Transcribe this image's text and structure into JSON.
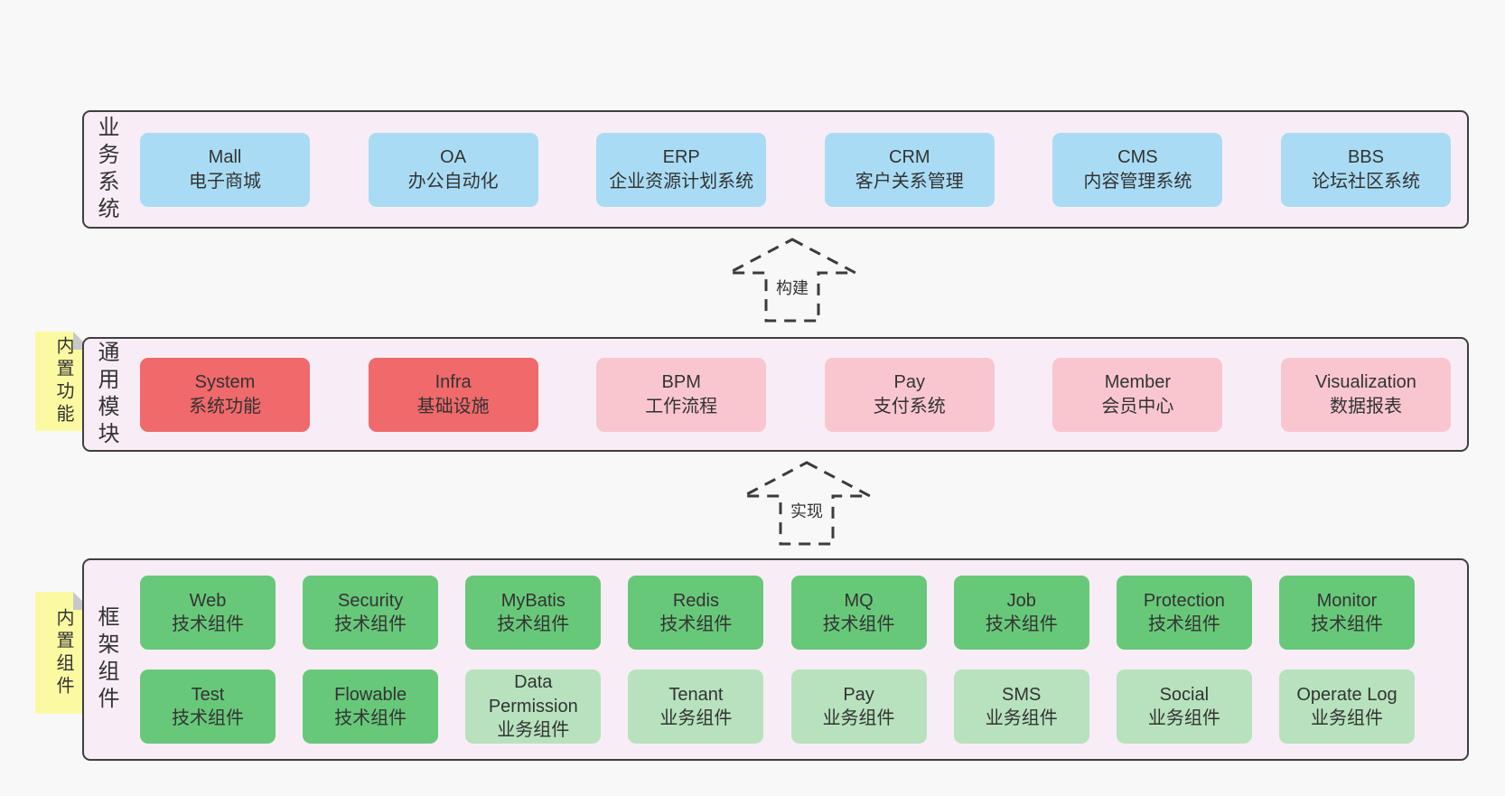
{
  "colors": {
    "page_bg": "#f8f8f8",
    "band_bg": "#f8edf6",
    "band_border": "#3f3f3f",
    "blue": "#a9dcf4",
    "red": "#f0696b",
    "pink": "#f9c6d0",
    "green": "#68c87a",
    "green_light": "#b7e2bd",
    "sticky_yellow": "#fbfaa2",
    "sticky_fold": "#c8c8c8",
    "text": "#333333"
  },
  "bands": [
    {
      "label": "业务系统",
      "boxes": [
        {
          "title": "Mall",
          "subtitle": "电子商城"
        },
        {
          "title": "OA",
          "subtitle": "办公自动化"
        },
        {
          "title": "ERP",
          "subtitle": "企业资源计划系统"
        },
        {
          "title": "CRM",
          "subtitle": "客户关系管理"
        },
        {
          "title": "CMS",
          "subtitle": "内容管理系统"
        },
        {
          "title": "BBS",
          "subtitle": "论坛社区系统"
        }
      ]
    },
    {
      "label": "通用模块",
      "sticky": "内置功能",
      "boxes": [
        {
          "title": "System",
          "subtitle": "系统功能"
        },
        {
          "title": "Infra",
          "subtitle": "基础设施"
        },
        {
          "title": "BPM",
          "subtitle": "工作流程"
        },
        {
          "title": "Pay",
          "subtitle": "支付系统"
        },
        {
          "title": "Member",
          "subtitle": "会员中心"
        },
        {
          "title": "Visualization",
          "subtitle": "数据报表"
        }
      ]
    },
    {
      "label": "框架组件",
      "sticky": "内置组件",
      "row1": [
        {
          "title": "Web",
          "subtitle": "技术组件"
        },
        {
          "title": "Security",
          "subtitle": "技术组件"
        },
        {
          "title": "MyBatis",
          "subtitle": "技术组件"
        },
        {
          "title": "Redis",
          "subtitle": "技术组件"
        },
        {
          "title": "MQ",
          "subtitle": "技术组件"
        },
        {
          "title": "Job",
          "subtitle": "技术组件"
        },
        {
          "title": "Protection",
          "subtitle": "技术组件"
        },
        {
          "title": "Monitor",
          "subtitle": "技术组件"
        }
      ],
      "row2": [
        {
          "title": "Test",
          "subtitle": "技术组件"
        },
        {
          "title": "Flowable",
          "subtitle": "技术组件"
        },
        {
          "title": "Data Permission",
          "subtitle": "业务组件"
        },
        {
          "title": "Tenant",
          "subtitle": "业务组件"
        },
        {
          "title": "Pay",
          "subtitle": "业务组件"
        },
        {
          "title": "SMS",
          "subtitle": "业务组件"
        },
        {
          "title": "Social",
          "subtitle": "业务组件"
        },
        {
          "title": "Operate Log",
          "subtitle": "业务组件"
        }
      ]
    }
  ],
  "arrows": [
    {
      "label": "构建"
    },
    {
      "label": "实现"
    }
  ]
}
